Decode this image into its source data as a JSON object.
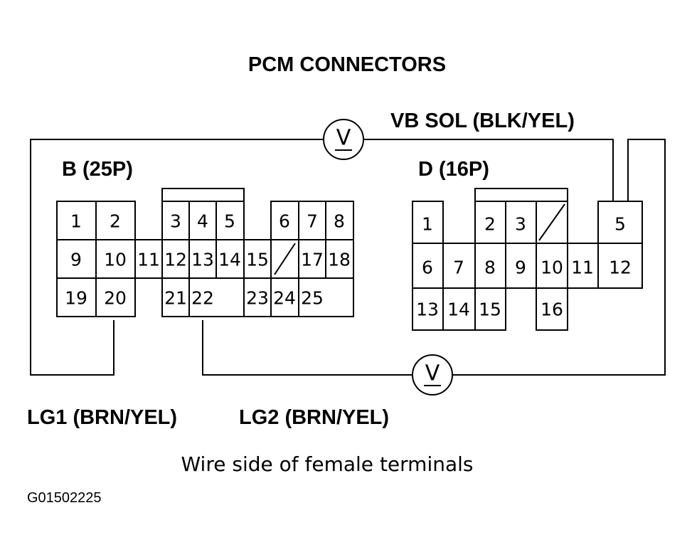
{
  "title": "PCM CONNECTORS",
  "caption": "Wire side of female terminals",
  "figure_code": "G01502225",
  "meter_symbol": "V",
  "wires": {
    "vb_sol": "VB SOL (BLK/YEL)",
    "lg1": "LG1 (BRN/YEL)",
    "lg2": "LG2 (BRN/YEL)"
  },
  "connectors": {
    "b": {
      "label": "B (25P)",
      "terminals": [
        "1",
        "2",
        "3",
        "4",
        "5",
        "6",
        "7",
        "8",
        "9",
        "10",
        "11",
        "12",
        "13",
        "14",
        "15",
        "17",
        "18",
        "19",
        "20",
        "21",
        "22",
        "23",
        "24",
        "25"
      ]
    },
    "d": {
      "label": "D (16P)",
      "terminals": [
        "1",
        "2",
        "3",
        "5",
        "6",
        "7",
        "8",
        "9",
        "10",
        "11",
        "12",
        "13",
        "14",
        "15",
        "16"
      ]
    }
  }
}
